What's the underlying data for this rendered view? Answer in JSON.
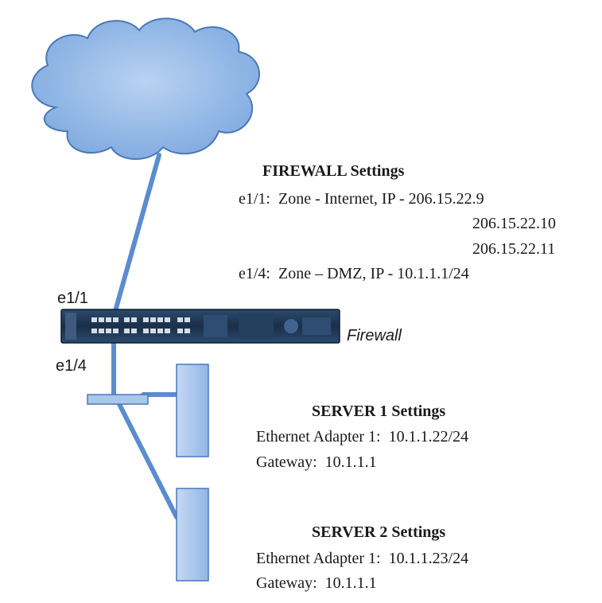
{
  "firewall_settings": {
    "heading": "FIREWALL Settings",
    "lines": [
      "e1/1:  Zone - Internet, IP - 206.15.22.9",
      "206.15.22.10",
      "206.15.22.11",
      "e1/4:  Zone – DMZ, IP - 10.1.1.1/24"
    ]
  },
  "ports": {
    "upper": "e1/1",
    "lower": "e1/4"
  },
  "firewall_label": "Firewall",
  "server1_settings": {
    "heading": "SERVER 1 Settings",
    "adapter": "Ethernet Adapter 1:  10.1.1.22/24",
    "gateway": "Gateway:  10.1.1.1"
  },
  "server2_settings": {
    "heading": "SERVER 2 Settings",
    "adapter": "Ethernet Adapter 1:  10.1.1.23/24",
    "gateway": "Gateway:  10.1.1.1"
  },
  "colors": {
    "cloud_fill": "#8fb7e6",
    "cloud_stroke": "#4a78b8",
    "link": "#5b8ccf",
    "server_fill": "#a9c6ec",
    "server_stroke": "#4a78b8",
    "firewall_body": "#1f3550"
  }
}
